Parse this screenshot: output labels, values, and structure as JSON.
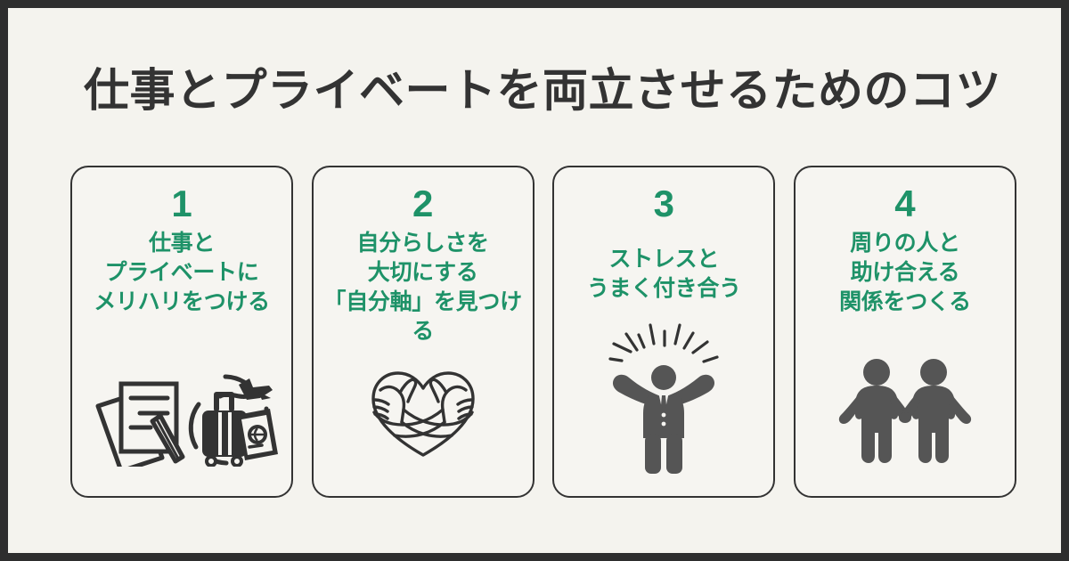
{
  "page": {
    "title": "仕事とプライベートを両立させるためのコツ",
    "background_color": "#f4f3ee",
    "frame_color": "#2e2e2e",
    "title_color": "#333333",
    "accent_color": "#1e9268",
    "icon_color": "#333333"
  },
  "cards": [
    {
      "number": "1",
      "lines": [
        "仕事と",
        "プライベートに",
        "メリハリをつける"
      ],
      "icon_name": "documents-and-travel-icon"
    },
    {
      "number": "2",
      "lines": [
        "自分らしさを",
        "大切にする",
        "「自分軸」を見つける"
      ],
      "icon_name": "hands-heart-hug-icon"
    },
    {
      "number": "3",
      "lines": [
        "ストレスと",
        "うまく付き合う"
      ],
      "icon_name": "person-arms-raised-icon"
    },
    {
      "number": "4",
      "lines": [
        "周りの人と",
        "助け合える",
        "関係をつくる"
      ],
      "icon_name": "two-people-holding-hands-icon"
    }
  ]
}
